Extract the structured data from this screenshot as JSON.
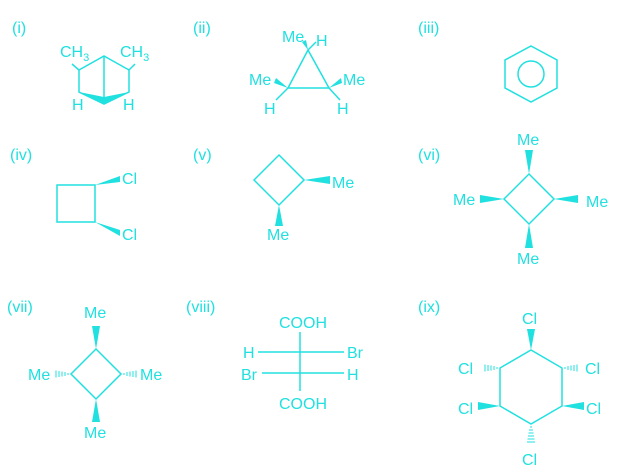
{
  "theme": {
    "ink": "#21e0e0",
    "background": "#ffffff"
  },
  "structures": {
    "i": {
      "label": "(i)",
      "atoms": {
        "me1": "CH",
        "me1_sub": "3",
        "me2": "CH",
        "me2_sub": "3",
        "h1": "H",
        "h2": "H"
      }
    },
    "ii": {
      "label": "(ii)",
      "atoms": {
        "me_top": "Me",
        "h_top": "H",
        "me_left": "Me",
        "h_left": "H",
        "me_right": "Me",
        "h_right": "H"
      }
    },
    "iii": {
      "label": "(iii)"
    },
    "iv": {
      "label": "(iv)",
      "atoms": {
        "cl_top": "Cl",
        "cl_bottom": "Cl"
      }
    },
    "v": {
      "label": "(v)",
      "atoms": {
        "me_right": "Me",
        "me_bottom": "Me"
      }
    },
    "vi": {
      "label": "(vi)",
      "atoms": {
        "me_top": "Me",
        "me_left": "Me",
        "me_right": "Me",
        "me_bottom": "Me"
      }
    },
    "vii": {
      "label": "(vii)",
      "atoms": {
        "me_top": "Me",
        "me_left": "Me",
        "me_right": "Me",
        "me_bottom": "Me"
      }
    },
    "viii": {
      "label": "(viii)",
      "atoms": {
        "cooh_top": "COOH",
        "h_left": "H",
        "br_right": "Br",
        "br_left": "Br",
        "h_right": "H",
        "cooh_bottom": "COOH"
      }
    },
    "ix": {
      "label": "(ix)",
      "atoms": {
        "cl_top": "Cl",
        "cl_upper_left": "Cl",
        "cl_upper_right": "Cl",
        "cl_lower_left": "Cl",
        "cl_lower_right": "Cl",
        "cl_bottom": "Cl"
      }
    }
  }
}
